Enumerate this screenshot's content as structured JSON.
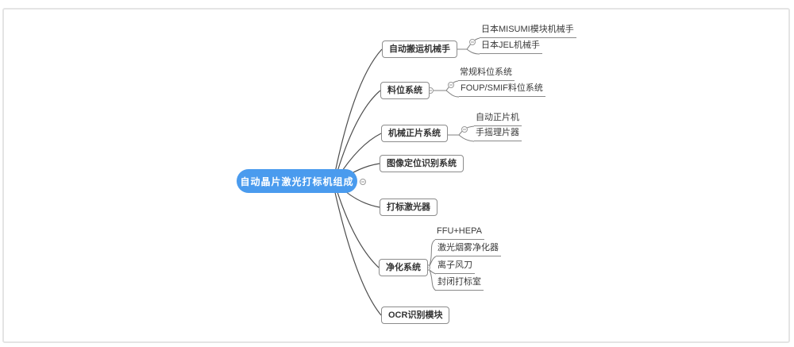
{
  "diagram": {
    "type": "mindmap",
    "root": {
      "label": "自动晶片激光打标机组成"
    },
    "branches": [
      {
        "label": "自动搬运机械手",
        "children": [
          "日本MISUMI模块机械手",
          "日本JEL机械手"
        ]
      },
      {
        "label": "料位系统",
        "children": [
          "常规料位系统",
          "FOUP/SMIF料位系统"
        ]
      },
      {
        "label": "机械正片系统",
        "children": [
          "自动正片机",
          "手摇理片器"
        ]
      },
      {
        "label": "图像定位识别系统",
        "children": []
      },
      {
        "label": "打标激光器",
        "children": []
      },
      {
        "label": "净化系统",
        "children": [
          "FFU+HEPA",
          "激光烟雾净化器",
          "离子风刀",
          "封闭打标室"
        ]
      },
      {
        "label": "OCR识别模块",
        "children": []
      }
    ],
    "collapse_symbol": "−",
    "colors": {
      "root_background": "#4a9bee",
      "root_text": "#ffffff",
      "box_border": "#8c8c8c",
      "box_text": "#333333",
      "connector_line": "#4d4d4d",
      "child_line": "#808080",
      "frame_border": "#e4e4e4",
      "canvas_background": "#ffffff"
    }
  }
}
